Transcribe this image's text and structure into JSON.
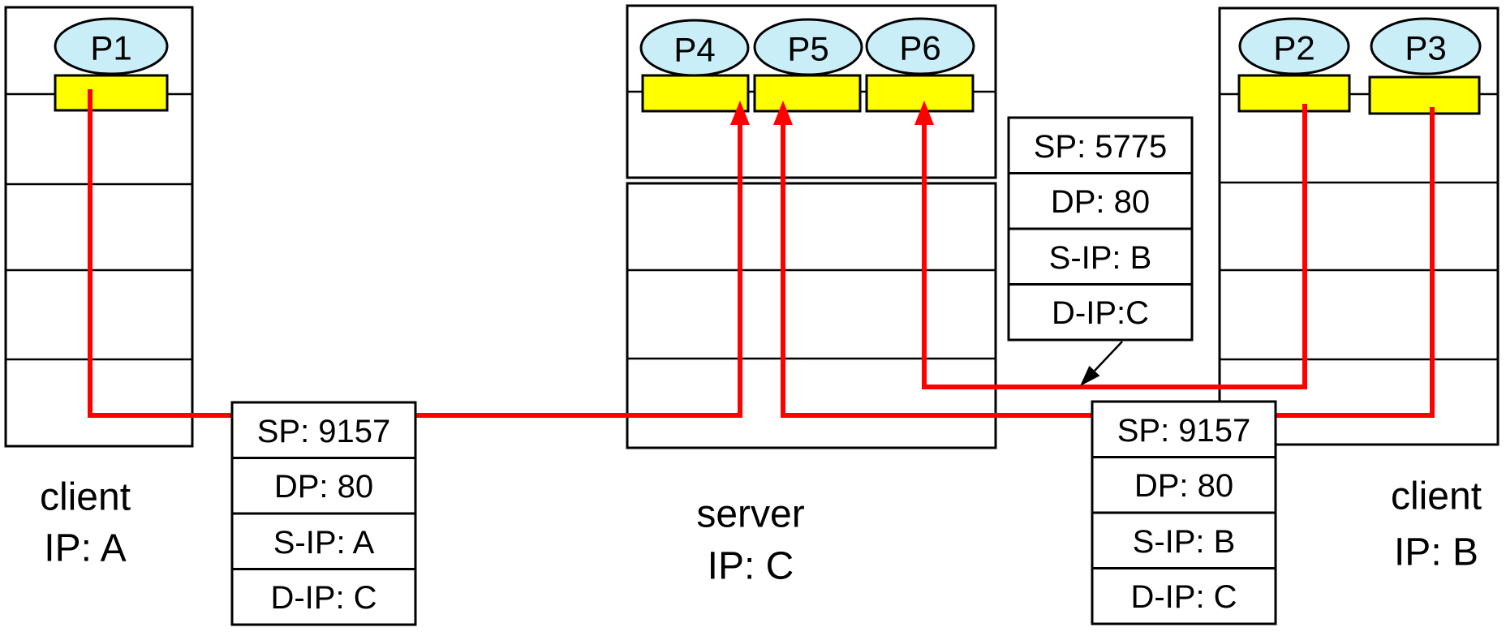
{
  "diagram": {
    "hosts": {
      "left": {
        "label_line1": "client",
        "label_line2": "IP: A",
        "processes": [
          "P1"
        ]
      },
      "server": {
        "label_line1": "server",
        "label_line2": "IP: C",
        "processes": [
          "P4",
          "P5",
          "P6"
        ]
      },
      "right": {
        "label_line1": "client",
        "label_line2": "IP: B",
        "processes": [
          "P2",
          "P3"
        ]
      }
    },
    "packets": {
      "left": {
        "rows": [
          "SP: 9157",
          "DP: 80",
          "S-IP: A",
          "D-IP: C"
        ]
      },
      "upper_right": {
        "rows": [
          "SP: 5775",
          "DP: 80",
          "S-IP: B",
          "D-IP:C"
        ]
      },
      "lower_right": {
        "rows": [
          "SP: 9157",
          "DP: 80",
          "S-IP: B",
          "D-IP: C"
        ]
      }
    },
    "colors": {
      "connection_red": "#ff0000",
      "socket_yellow": "#ffff00",
      "process_cyan": "#c9eef8",
      "label_blue": "#3632cd"
    }
  }
}
